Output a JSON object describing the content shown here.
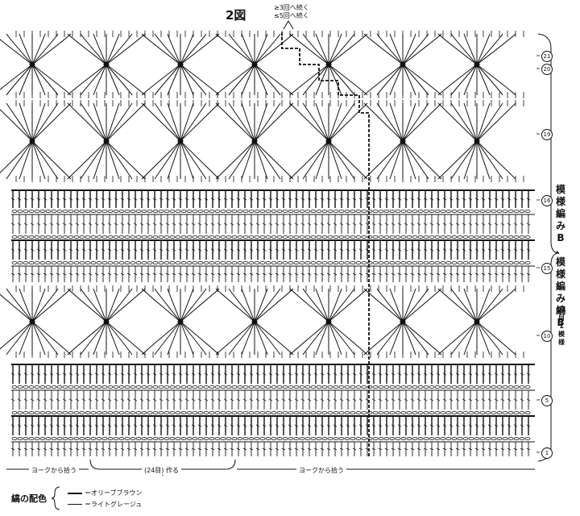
{
  "figure": {
    "title": "2図",
    "notes": [
      "≥3回へ続く",
      "≤5回へ続く"
    ]
  },
  "side_label": {
    "chars": [
      "模",
      "様",
      "編",
      "み",
      "B",
      "、",
      "模",
      "様",
      "編",
      "み",
      "縞",
      "B"
    ],
    "repeat_chars": [
      "24",
      "目",
      "1",
      "模",
      "様"
    ]
  },
  "row_markers": [
    "21",
    "20",
    "19",
    "16",
    "15",
    "10",
    "5",
    "1"
  ],
  "bottom": {
    "left": "ヨークから拾う",
    "center": "(24目) 作る",
    "right": "ヨークから拾う"
  },
  "legend": {
    "title": "縞の配色",
    "items": [
      "＝オリーブブラウン",
      "＝ライトグレージュ"
    ]
  }
}
